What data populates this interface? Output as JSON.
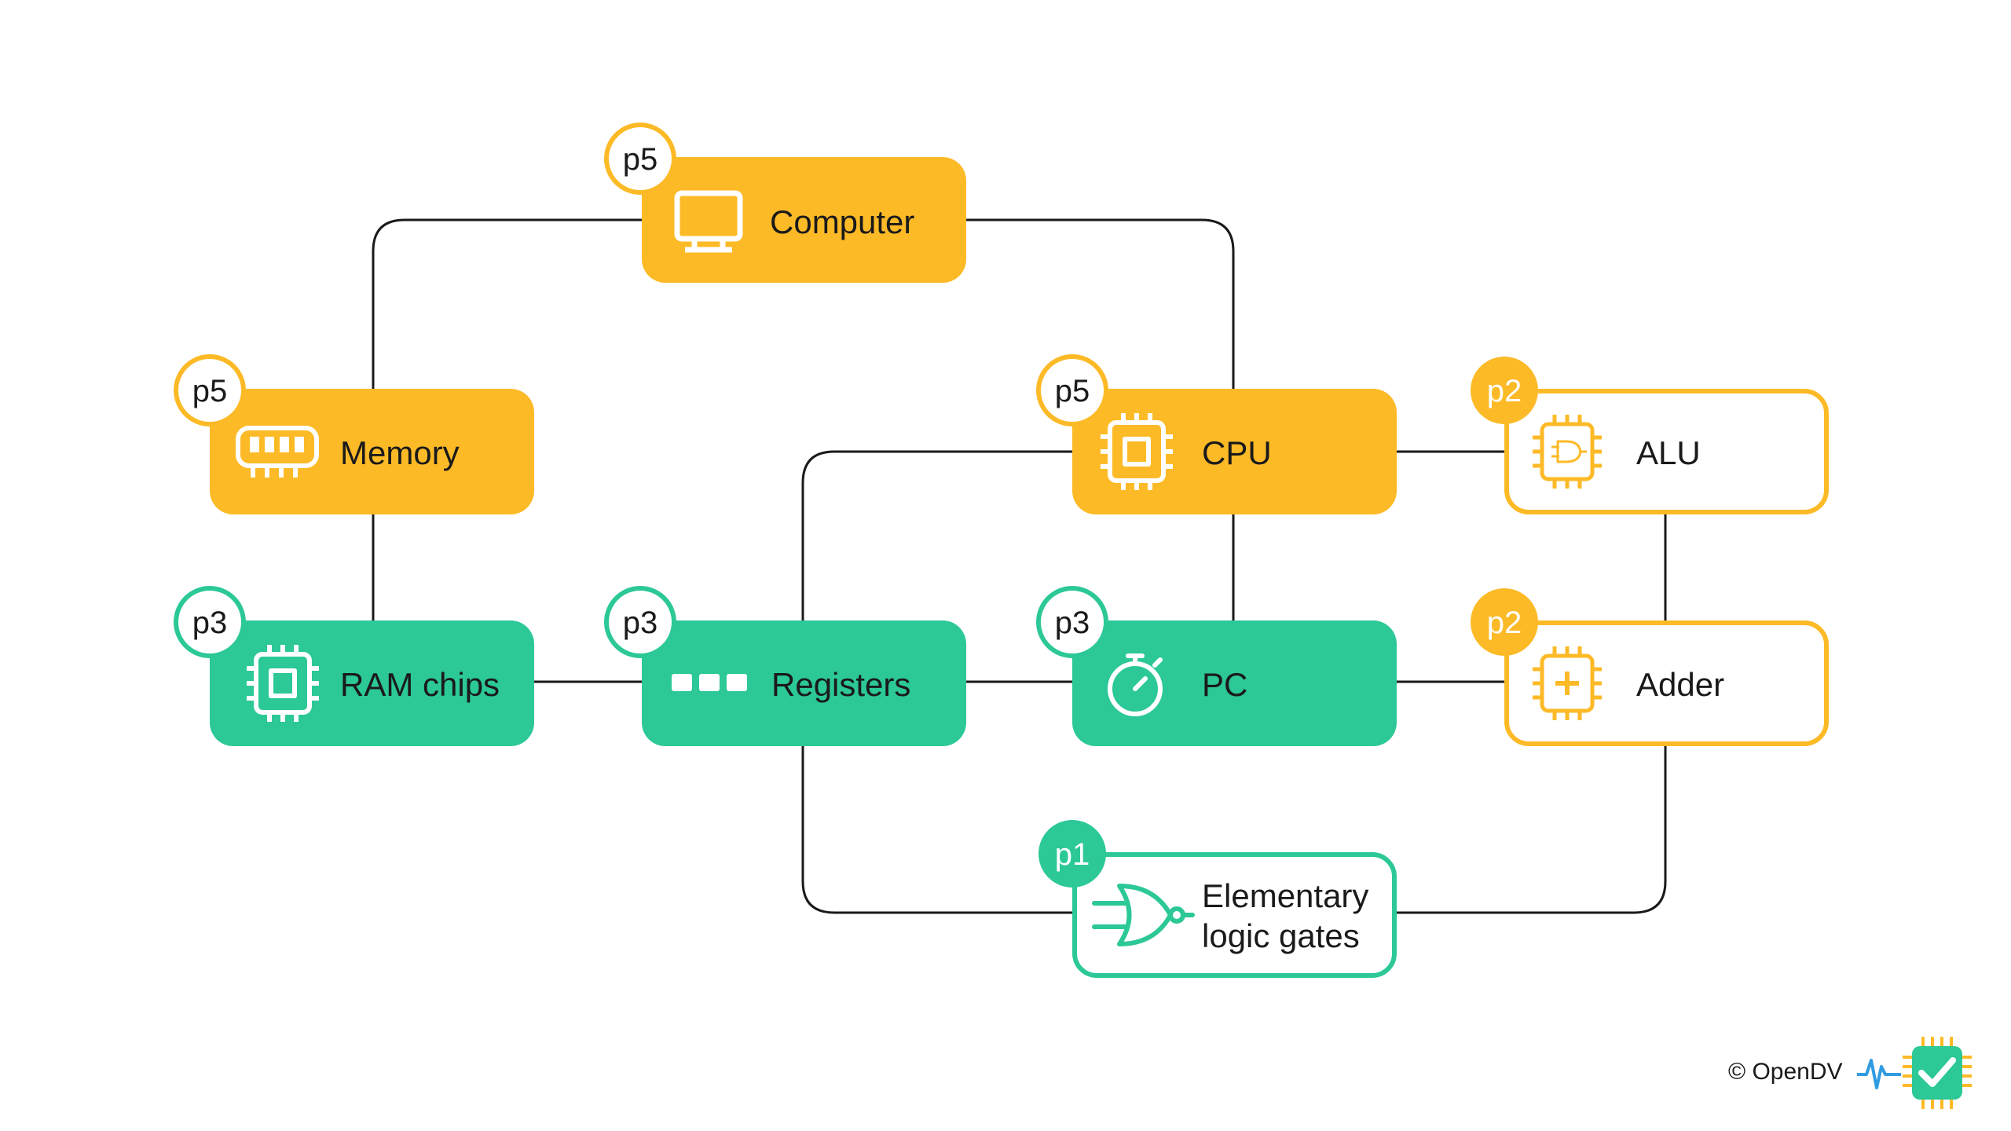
{
  "colors": {
    "yellow": "#FDBA27",
    "green": "#2CC897",
    "line": "#1a1a1a",
    "white": "#ffffff"
  },
  "nodes": {
    "computer": {
      "label": "Computer",
      "badge": "p5",
      "icon": "monitor-icon"
    },
    "memory": {
      "label": "Memory",
      "badge": "p5",
      "icon": "memory-module-icon"
    },
    "cpu": {
      "label": "CPU",
      "badge": "p5",
      "icon": "chip-icon"
    },
    "alu": {
      "label": "ALU",
      "badge": "p2",
      "icon": "chip-gate-icon"
    },
    "ram_chips": {
      "label": "RAM chips",
      "badge": "p3",
      "icon": "chip-icon"
    },
    "registers": {
      "label": "Registers",
      "badge": "p3",
      "icon": "register-blocks-icon"
    },
    "pc": {
      "label": "PC",
      "badge": "p3",
      "icon": "stopwatch-icon"
    },
    "adder": {
      "label": "Adder",
      "badge": "p2",
      "icon": "chip-plus-icon"
    },
    "logic_gates": {
      "label_line1": "Elementary",
      "label_line2": "logic gates",
      "badge": "p1",
      "icon": "nor-gate-icon"
    }
  },
  "footer": {
    "copyright": "© OpenDV",
    "logo": "opendv-logo"
  }
}
